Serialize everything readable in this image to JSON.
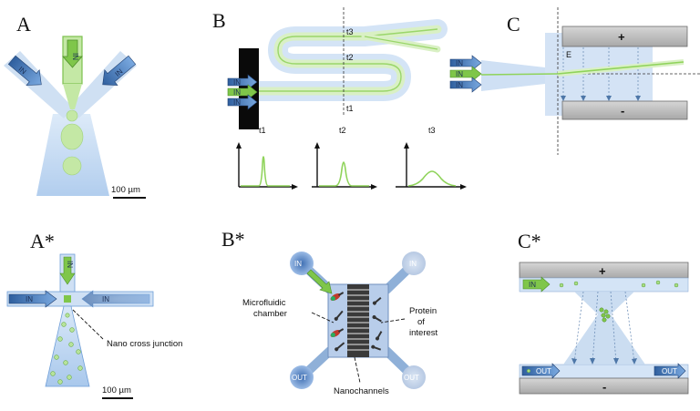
{
  "panels": {
    "A": {
      "letter": "A",
      "in_left": "IN",
      "in_center": "IN",
      "in_right": "IN",
      "scale": "100 µm"
    },
    "B": {
      "letter": "B",
      "times": [
        "t1",
        "t2",
        "t3"
      ],
      "in_labels": [
        "IN",
        "IN",
        "IN"
      ]
    },
    "C": {
      "letter": "C",
      "plus": "+",
      "minus": "-",
      "field": "E",
      "in_labels": [
        "IN",
        "IN",
        "IN"
      ]
    },
    "A_star": {
      "letter": "A*",
      "in_left": "IN",
      "in_center": "IN",
      "in_right": "IN",
      "junction_label": "Nano cross junction",
      "scale": "100 µm"
    },
    "B_star": {
      "letter": "B*",
      "in": "IN",
      "out_left": "OUT",
      "out_right": "OUT",
      "in_right": "IN",
      "chamber_label_1": "Microfluidic",
      "chamber_label_2": "chamber",
      "protein_label_1": "Protein",
      "protein_label_2": "of",
      "protein_label_3": "interest",
      "nanochannels_label": "Nanochannels"
    },
    "C_star": {
      "letter": "C*",
      "plus": "+",
      "minus": "-",
      "in": "IN",
      "out_left": "OUT",
      "out_right": "OUT"
    }
  },
  "colors": {
    "blue_light": "#c9dcf2",
    "blue_mid": "#6f9fd8",
    "blue_dark": "#2f5f9e",
    "green": "#9ad66a",
    "green_dark": "#5aa13b",
    "gray": "#b9b9b9"
  }
}
